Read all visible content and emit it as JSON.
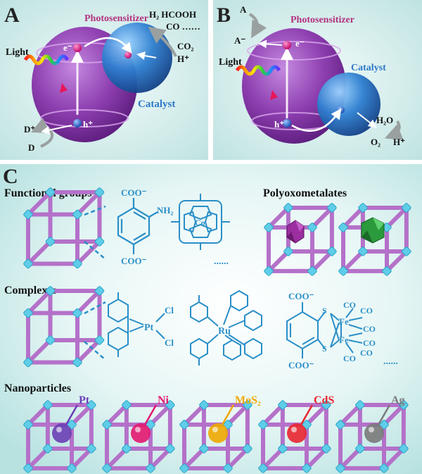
{
  "panel_a": {
    "letter": "A",
    "photosensitizer": "Photosensitizer",
    "catalyst": "Catalyst",
    "light": "Light",
    "electron": "e⁻",
    "hole": "h⁺",
    "products": "H₂ HCOOH",
    "products2": "CO ……",
    "co2": "CO₂",
    "hplus": "H⁺",
    "dplus": "D⁺",
    "d": "D"
  },
  "panel_b": {
    "letter": "B",
    "photosensitizer": "Photosensitizer",
    "catalyst": "Catalyst",
    "light": "Light",
    "electron": "e⁻",
    "hole": "h⁺",
    "a": "A",
    "aminus": "A⁻",
    "h2o": "H₂O",
    "o2": "O₂",
    "hplus": "H⁺"
  },
  "panel_c": {
    "letter": "C",
    "functional_groups": "Functional groups",
    "polyoxometalates": "Polyoxometalates",
    "complexes": "Complexes",
    "nanoparticles": "Nanoparticles",
    "coo": "COO⁻",
    "nh2": "NH₂",
    "co": "Co",
    "n": "N",
    "pt": "Pt",
    "cl": "Cl",
    "ru": "Ru",
    "s": "S",
    "fe": "Fe",
    "carbonyl": "CO",
    "dots": "......",
    "np_labels": [
      {
        "label": "Pt",
        "color": "#6a3fb5"
      },
      {
        "label": "Ni",
        "color": "#e3176f"
      },
      {
        "label": "MoS₂",
        "color": "#f0a800"
      },
      {
        "label": "CdS",
        "color": "#e8252f"
      },
      {
        "label": "Ag",
        "color": "#7a7a7a"
      }
    ]
  },
  "colors": {
    "panel_bg": "#d7efee",
    "photosensitizer": "#8e3fb0",
    "catalyst": "#2e7fd0",
    "structure": "#2a8fc8",
    "cube": "#b471c9",
    "node": "#5fcde8"
  }
}
